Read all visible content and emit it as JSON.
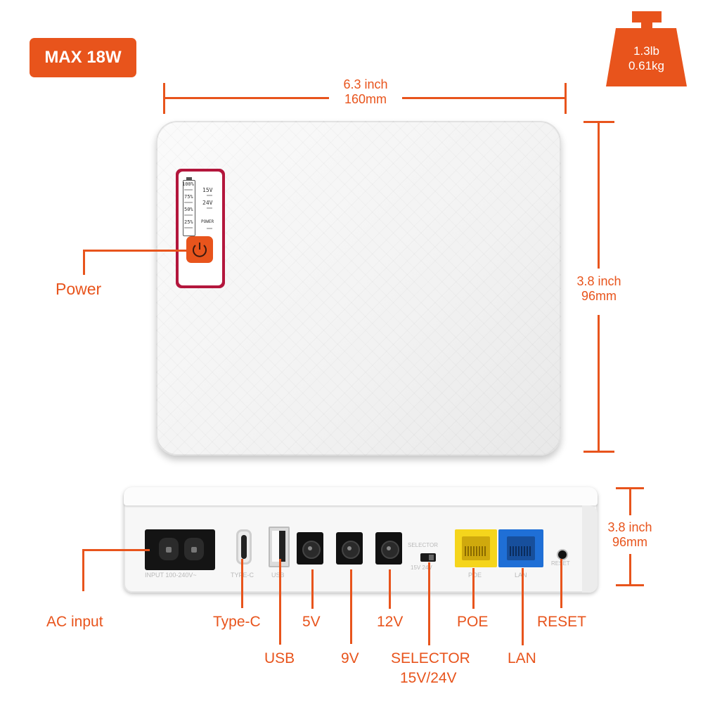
{
  "badge": {
    "text": "MAX 18W"
  },
  "weight": {
    "lb": "1.3lb",
    "kg": "0.61kg",
    "icon": "weight-icon"
  },
  "dimensions": {
    "width_inch": "6.3 inch",
    "width_mm": "160mm",
    "height_inch": "3.8 inch",
    "height_mm": "96mm",
    "depth_inch": "3.8 inch",
    "depth_mm": "96mm"
  },
  "callouts": {
    "power": "Power",
    "ac_input": "AC input",
    "type_c": "Type-C",
    "usb": "USB",
    "v5": "5V",
    "v9": "9V",
    "v12": "12V",
    "selector": "SELECTOR",
    "selector_sub": "15V/24V",
    "poe": "POE",
    "lan": "LAN",
    "reset": "RESET"
  },
  "panel": {
    "levels": [
      "100%",
      "75%",
      "50%",
      "25%"
    ],
    "v15": "15V",
    "v24": "24V",
    "power": "POWER"
  },
  "port_labels": {
    "input": "INPUT 100-240V~",
    "typec": "TYPE-C",
    "usb": "USB",
    "selector": "SELECTOR",
    "selector_vals": "15V 24V",
    "poe": "POE",
    "lan": "LAN",
    "reset": "RESET"
  },
  "colors": {
    "accent": "#e8541c",
    "poe_port": "#f5d51c",
    "lan_port": "#1f6fd6",
    "panel_frame": "#b3163c"
  }
}
